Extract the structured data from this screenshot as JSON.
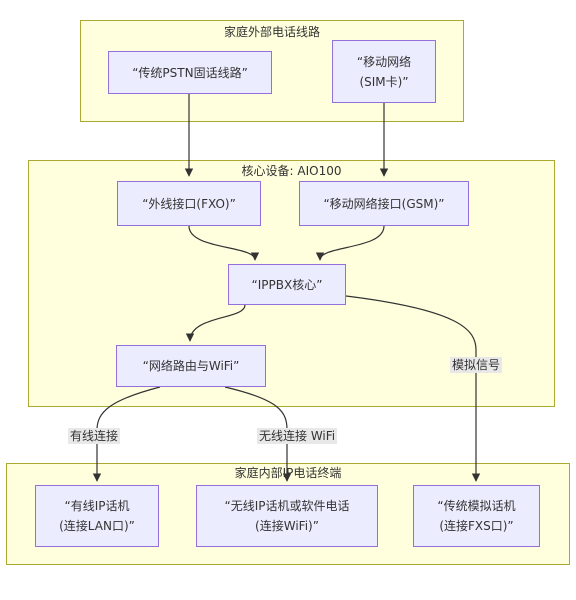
{
  "clusters": {
    "external": {
      "title": "家庭外部电话线路"
    },
    "core": {
      "title": "核心设备: AIO100"
    },
    "terminals": {
      "title": "家庭内部IP电话终端"
    }
  },
  "nodes": {
    "pstn": {
      "line1": "“传统PSTN固话线路”"
    },
    "mobile": {
      "line1": "“移动网络",
      "line2": "(SIM卡)”"
    },
    "fxo": {
      "line1": "“外线接口(FXO)”"
    },
    "gsm": {
      "line1": "“移动网络接口(GSM)”"
    },
    "ippbx": {
      "line1": "“IPPBX核心”"
    },
    "router": {
      "line1": "“网络路由与WiFi”"
    },
    "wired_phone": {
      "line1": "“有线IP话机",
      "line2": "(连接LAN口)”"
    },
    "wireless_phone": {
      "line1": "“无线IP话机或软件电话",
      "line2": "(连接WiFi)”"
    },
    "analog_phone": {
      "line1": "“传统模拟话机",
      "line2": "(连接FXS口)”"
    }
  },
  "edge_labels": {
    "analog": "模拟信号",
    "wired": "有线连接",
    "wireless": "无线连接 WiFi"
  },
  "colors": {
    "cluster_fill": "#ffffde",
    "cluster_border": "#aaaa33",
    "node_fill": "#ececff",
    "node_border": "#9370db",
    "edge": "#333333",
    "edge_label_bg": "#e8e8e8"
  }
}
